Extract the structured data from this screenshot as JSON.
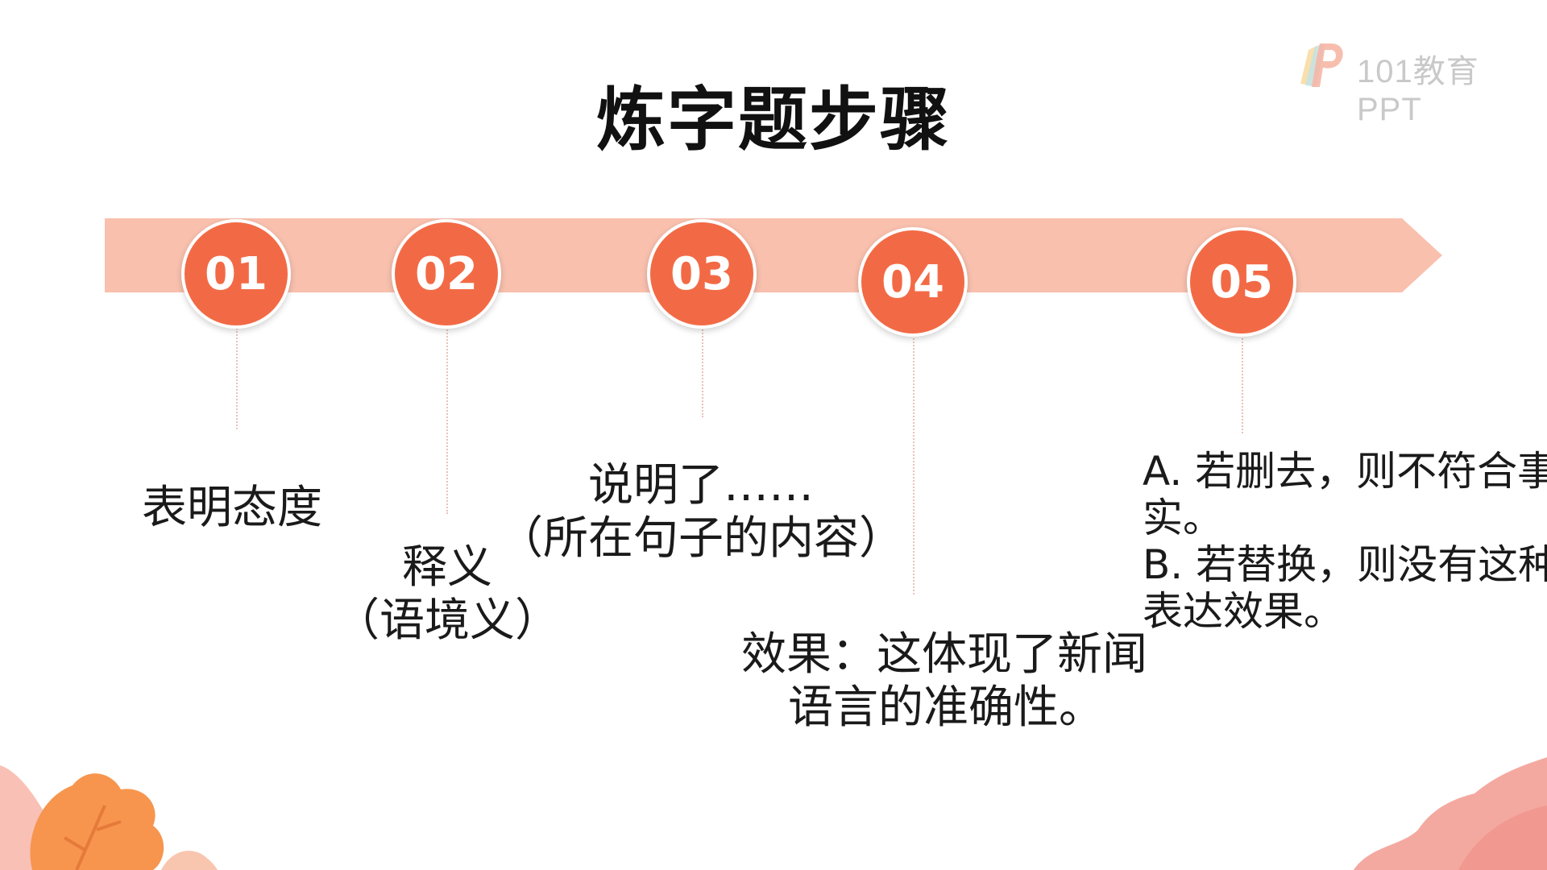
{
  "title": "炼字题步骤",
  "logo": {
    "text": "101教育PPT",
    "icon": "logo-p-icon"
  },
  "colors": {
    "accent": "#f26a45",
    "band": "#f9c0ae",
    "text": "#1a1a1a"
  },
  "steps": [
    {
      "number": "01",
      "text": "表明态度"
    },
    {
      "number": "02",
      "line1": "释义",
      "line2": "（语境义）"
    },
    {
      "number": "03",
      "line1": "说明了……",
      "line2": "（所在句子的内容）"
    },
    {
      "number": "04",
      "line1": "效果：这体现了新闻",
      "line2": "语言的准确性。"
    },
    {
      "number": "05",
      "lines": [
        "A. 若删去，则不符合事",
        "实。",
        "B. 若替换，则没有这种",
        "表达效果。"
      ]
    }
  ]
}
